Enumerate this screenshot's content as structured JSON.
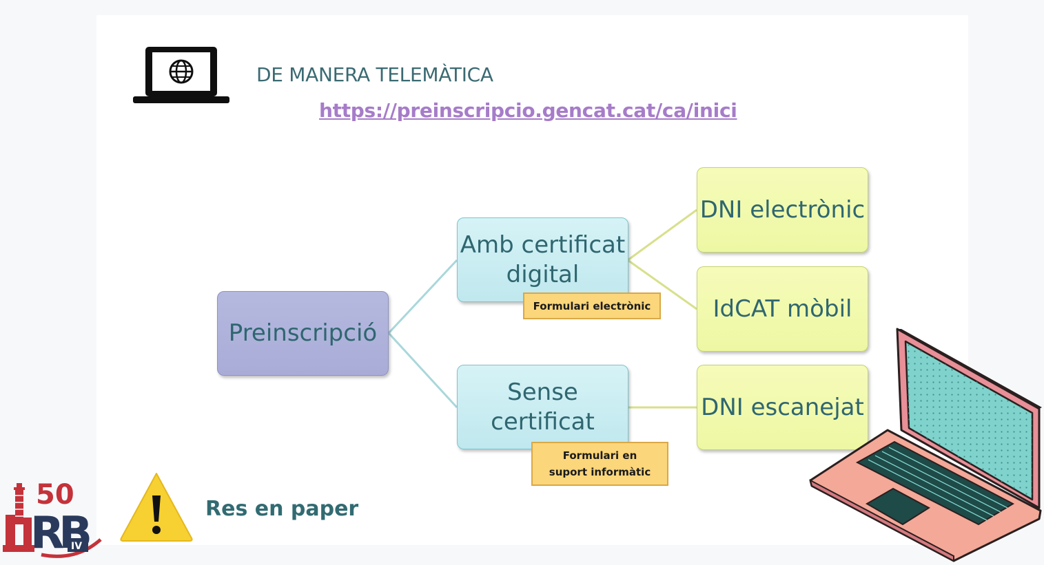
{
  "header": {
    "title": "DE MANERA TELEMÀTICA",
    "url": "https://preinscripcio.gencat.cat/ca/inici"
  },
  "diagram": {
    "root": "Preinscripció",
    "branch_digital": "Amb certificat digital",
    "branch_no_cert": "Sense certificat",
    "leaf_dni_electronic": "DNI electrònic",
    "leaf_idcat": "IdCAT mòbil",
    "leaf_dni_scan": "DNI escanejat",
    "note_electronic_form": "Formulari electrònic",
    "note_digital_form": "Formulari en suport informàtic"
  },
  "warning": {
    "text": "Res en paper"
  },
  "colors": {
    "title": "#3b6a72",
    "url": "#a67cc9",
    "root_fill": "#aeb1da",
    "branch_fill": "#c9eef2",
    "leaf_fill": "#f2f9ae",
    "note_fill": "#fbd67a",
    "connector_blue": "#a9d7db",
    "connector_yellow": "#d8e08c",
    "warning_yellow": "#f7d032",
    "logo_red": "#c4323a",
    "logo_navy": "#2a3a5c"
  },
  "icons": [
    "laptop-globe-icon",
    "warning-icon",
    "laptop-illustration",
    "logo-50-anys-rb-iv"
  ]
}
